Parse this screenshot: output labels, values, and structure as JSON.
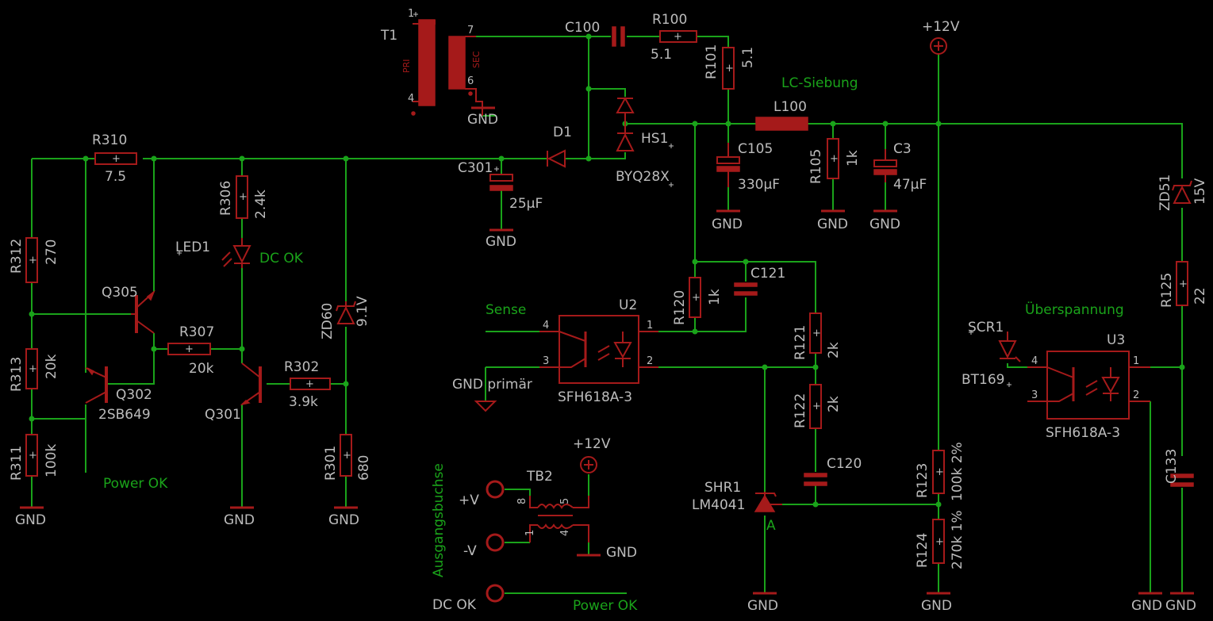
{
  "transformer": {
    "name": "T1",
    "pri": "PRI",
    "sec": "SEC",
    "pins": [
      "1",
      "4",
      "7",
      "6"
    ]
  },
  "resistors": [
    {
      "name": "R100",
      "value": "5.1"
    },
    {
      "name": "R101",
      "value": "5.1"
    },
    {
      "name": "R105",
      "value": "1k"
    },
    {
      "name": "R120",
      "value": "1k"
    },
    {
      "name": "R121",
      "value": "2k"
    },
    {
      "name": "R122",
      "value": "2k"
    },
    {
      "name": "R123",
      "value": "100k 2%"
    },
    {
      "name": "R124",
      "value": "270k 1%"
    },
    {
      "name": "R125",
      "value": "22"
    },
    {
      "name": "R301",
      "value": "680"
    },
    {
      "name": "R302",
      "value": "3.9k"
    },
    {
      "name": "R306",
      "value": "2.4k"
    },
    {
      "name": "R307",
      "value": "20k"
    },
    {
      "name": "R310",
      "value": "7.5"
    },
    {
      "name": "R311",
      "value": "100k"
    },
    {
      "name": "R312",
      "value": "270"
    },
    {
      "name": "R313",
      "value": "20k"
    }
  ],
  "capacitors": [
    {
      "name": "C100",
      "value": ""
    },
    {
      "name": "C105",
      "value": "330µF"
    },
    {
      "name": "C3",
      "value": "47µF"
    },
    {
      "name": "C301",
      "value": "25µF"
    },
    {
      "name": "C121",
      "value": ""
    },
    {
      "name": "C120",
      "value": ""
    },
    {
      "name": "C133",
      "value": ""
    }
  ],
  "diodes": {
    "d1": "D1",
    "hs1": "HS1",
    "hs1_part": "BYQ28X",
    "zd60": "ZD60",
    "zd60_value": "9.1V",
    "zd51": "ZD51",
    "zd51_value": "15V",
    "led1": "LED1",
    "scr1": "SCR1",
    "scr1_part": "BT169",
    "shr1": "SHR1",
    "shr1_part": "LM4041",
    "shr1_pin": "A"
  },
  "transistors": {
    "q305": "Q305",
    "q302": "Q302",
    "q302_part": "2SB649",
    "q301": "Q301"
  },
  "inductor": {
    "name": "L100"
  },
  "optocouplers": [
    {
      "name": "U2",
      "part": "SFH618A-3",
      "pins": [
        "4",
        "3",
        "1",
        "2"
      ]
    },
    {
      "name": "U3",
      "part": "SFH618A-3",
      "pins": [
        "4",
        "3",
        "1",
        "2"
      ]
    }
  ],
  "connector": {
    "name": "TB2",
    "pins": [
      "8",
      "5",
      "1",
      "4"
    ]
  },
  "power": {
    "vcc": "+12V",
    "gnd": "GND"
  },
  "nets": {
    "dc_ok": "DC OK",
    "power_ok": "Power OK",
    "lc": "LC-Siebung",
    "sense": "Sense",
    "gnd_primar": "GND primär",
    "uberspannung": "Überspannung",
    "ausgang": "Ausgangsbuchse",
    "plus_v": "+V",
    "minus_v": "-V"
  }
}
